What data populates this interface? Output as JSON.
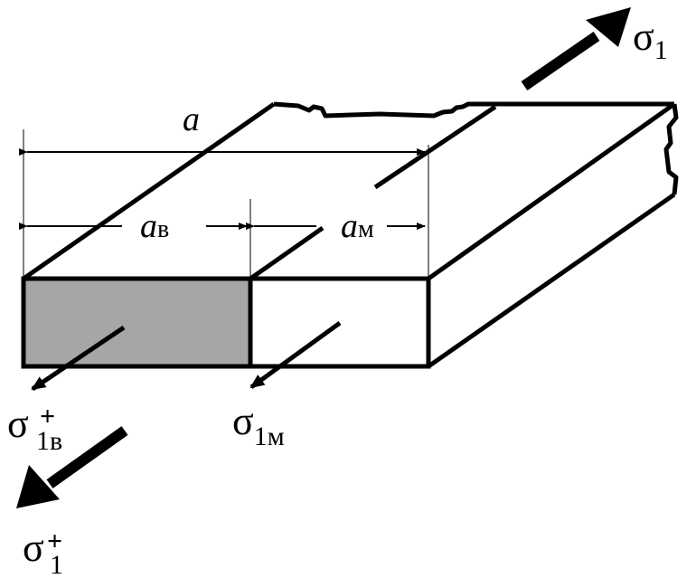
{
  "labels": {
    "total_width": {
      "symbol": "a"
    },
    "width_v": {
      "symbol": "a",
      "subscript": "в"
    },
    "width_m": {
      "symbol": "a",
      "subscript": "м"
    },
    "stress_top": {
      "symbol": "σ",
      "subscript": "1"
    },
    "stress_v": {
      "symbol": "σ",
      "superscript": "+",
      "subscript": "1в"
    },
    "stress_m": {
      "symbol": "σ",
      "subscript": "1м"
    },
    "stress_bottom": {
      "symbol": "σ",
      "superscript": "+",
      "subscript": "1"
    }
  },
  "colors": {
    "stroke": "#000000",
    "shaded_region": "#a6a6a6",
    "background": "#ffffff"
  }
}
